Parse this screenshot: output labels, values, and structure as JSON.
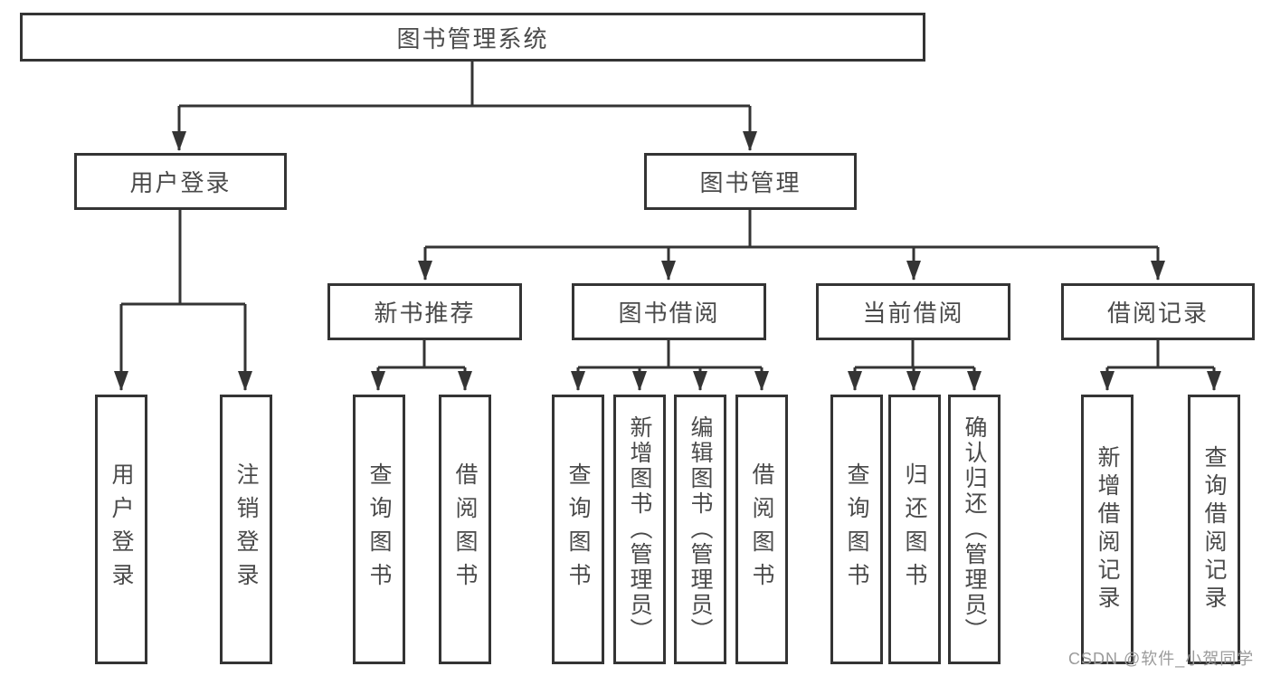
{
  "tree": {
    "root": {
      "label": "图书管理系统"
    },
    "branches": [
      {
        "label": "用户登录",
        "children": [
          {
            "label": "用户登录"
          },
          {
            "label": "注销登录"
          }
        ]
      },
      {
        "label": "图书管理",
        "children": [
          {
            "label": "新书推荐",
            "children": [
              {
                "label": "查询图书"
              },
              {
                "label": "借阅图书"
              }
            ]
          },
          {
            "label": "图书借阅",
            "children": [
              {
                "label": "查询图书"
              },
              {
                "label": "新增图书（管理员）"
              },
              {
                "label": "编辑图书（管理员）"
              },
              {
                "label": "借阅图书"
              }
            ]
          },
          {
            "label": "当前借阅",
            "children": [
              {
                "label": "查询图书"
              },
              {
                "label": "归还图书"
              },
              {
                "label": "确认归还（管理员）"
              }
            ]
          },
          {
            "label": "借阅记录",
            "children": [
              {
                "label": "新增借阅记录"
              },
              {
                "label": "查询借阅记录"
              }
            ]
          }
        ]
      }
    ]
  },
  "watermark": {
    "text": "CSDN @软件_小贺同学"
  },
  "colors": {
    "line": "#343434",
    "text": "#4a4a4a",
    "watermark": "#9b9b9b",
    "background": "#ffffff"
  }
}
